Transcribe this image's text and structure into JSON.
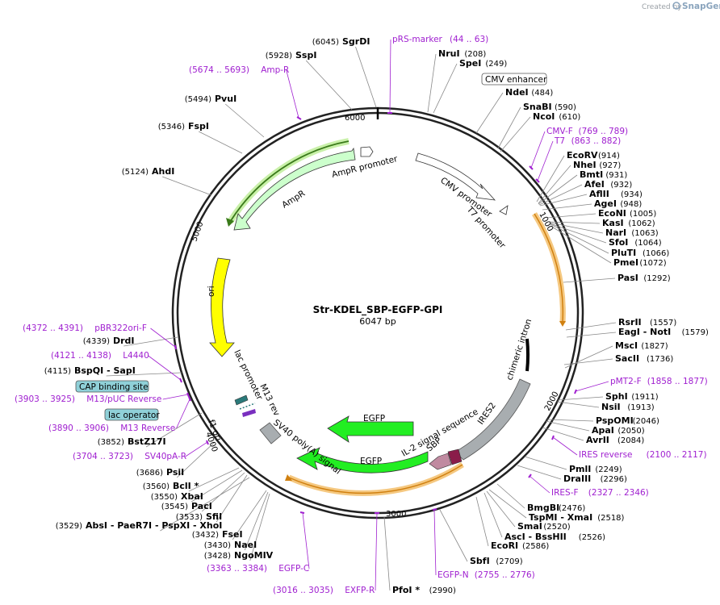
{
  "app": {
    "credit_prefix": "Created by",
    "brand": "SnapGene"
  },
  "plasmid": {
    "name": "Str-KDEL_SBP-EGFP-GPI",
    "length_label": "6047 bp"
  },
  "ticks": [
    "1000",
    "2000",
    "3000",
    "5000",
    "6000"
  ],
  "colors": {
    "primer": "#a020d0",
    "ring": "#222222",
    "egfp": "#22ee22",
    "ori": "#ffff00",
    "ampr": "#ccffcc"
  },
  "sites": [
    {
      "pos": "(6045)",
      "name": "SgrDI"
    },
    {
      "pos": "(5928)",
      "name": "SspI"
    },
    {
      "pos": "(5494)",
      "name": "PvuI"
    },
    {
      "pos": "(5346)",
      "name": "FspI"
    },
    {
      "pos": "(5124)",
      "name": "AhdI"
    },
    {
      "pos": "(4339)",
      "name": "DrdI"
    },
    {
      "pos": "(4115)",
      "name": "BspQI - SapI"
    },
    {
      "pos": "(3852)",
      "name": "BstZ17I"
    },
    {
      "pos": "(3686)",
      "name": "PsiI"
    },
    {
      "pos": "(3560)",
      "name": "BclI *"
    },
    {
      "pos": "(3550)",
      "name": "XbaI"
    },
    {
      "pos": "(3545)",
      "name": "PacI"
    },
    {
      "pos": "(3533)",
      "name": "SfiI"
    },
    {
      "pos": "(3529)",
      "name": "AbsI - PaeR7I - PspXI - XhoI"
    },
    {
      "pos": "(3432)",
      "name": "FseI"
    },
    {
      "pos": "(3430)",
      "name": "NaeI"
    },
    {
      "pos": "(3428)",
      "name": "NgoMIV"
    },
    {
      "pos": "(2990)",
      "name": "PfoI *"
    },
    {
      "pos": "(2709)",
      "name": "SbfI"
    },
    {
      "pos": "(2586)",
      "name": "EcoRI"
    },
    {
      "pos": "(2526)",
      "name": "AscI - BssHII"
    },
    {
      "pos": "(2520)",
      "name": "SmaI"
    },
    {
      "pos": "(2518)",
      "name": "TspMI - XmaI"
    },
    {
      "pos": "(2476)",
      "name": "BmgBI"
    },
    {
      "pos": "(2296)",
      "name": "DraIII"
    },
    {
      "pos": "(2249)",
      "name": "PmlI"
    },
    {
      "pos": "(2084)",
      "name": "AvrII"
    },
    {
      "pos": "(2050)",
      "name": "ApaI"
    },
    {
      "pos": "(2046)",
      "name": "PspOMI"
    },
    {
      "pos": "(1913)",
      "name": "NsiI"
    },
    {
      "pos": "(1911)",
      "name": "SphI"
    },
    {
      "pos": "(1827)",
      "name": "MscI"
    },
    {
      "pos": "(1736)",
      "name": "SacII"
    },
    {
      "pos": "(1579)",
      "name": "EagI - NotI"
    },
    {
      "pos": "(1557)",
      "name": "RsrII"
    },
    {
      "pos": "(1292)",
      "name": "PasI"
    },
    {
      "pos": "(1072)",
      "name": "PmeI"
    },
    {
      "pos": "(1066)",
      "name": "PluTI"
    },
    {
      "pos": "(1064)",
      "name": "SfoI"
    },
    {
      "pos": "(1063)",
      "name": "NarI"
    },
    {
      "pos": "(1062)",
      "name": "KasI"
    },
    {
      "pos": "(1005)",
      "name": "EcoNI"
    },
    {
      "pos": "(948)",
      "name": "AgeI"
    },
    {
      "pos": "(934)",
      "name": "AflII"
    },
    {
      "pos": "(932)",
      "name": "AfeI"
    },
    {
      "pos": "(931)",
      "name": "BmtI"
    },
    {
      "pos": "(927)",
      "name": "NheI"
    },
    {
      "pos": "(914)",
      "name": "EcoRV"
    },
    {
      "pos": "(610)",
      "name": "NcoI"
    },
    {
      "pos": "(590)",
      "name": "SnaBI"
    },
    {
      "pos": "(484)",
      "name": "NdeI"
    },
    {
      "pos": "(249)",
      "name": "SpeI"
    },
    {
      "pos": "(208)",
      "name": "NruI"
    }
  ],
  "primers": [
    {
      "name": "pRS-marker",
      "range": "(44 .. 63)"
    },
    {
      "name": "Amp-R",
      "range": "(5674 .. 5693)"
    },
    {
      "name": "CMV-F",
      "range": "(769 .. 789)"
    },
    {
      "name": "T7",
      "range": "(863 .. 882)"
    },
    {
      "name": "pBR322ori-F",
      "range": "(4372 .. 4391)"
    },
    {
      "name": "L4440",
      "range": "(4121 .. 4138)"
    },
    {
      "name": "M13/pUC Reverse",
      "range": "(3903 .. 3925)"
    },
    {
      "name": "M13 Reverse",
      "range": "(3890 .. 3906)"
    },
    {
      "name": "SV40pA-R",
      "range": "(3704 .. 3723)"
    },
    {
      "name": "EGFP-C",
      "range": "(3363 .. 3384)"
    },
    {
      "name": "EXFP-R",
      "range": "(3016 .. 3035)"
    },
    {
      "name": "EGFP-N",
      "range": "(2755 .. 2776)"
    },
    {
      "name": "IRES-F",
      "range": "(2327 .. 2346)"
    },
    {
      "name": "IRES reverse",
      "range": "(2100 .. 2117)"
    },
    {
      "name": "pMT2-F",
      "range": "(1858 .. 1877)"
    }
  ],
  "boxed_labels": [
    "CMV enhancer",
    "CAP binding site",
    "lac operator"
  ],
  "features": [
    "AmpR promoter",
    "AmpR",
    "CMV promoter",
    "T7 promoter",
    "ori",
    "chimeric intron",
    "IRES2",
    "IL-2 signal sequence",
    "SBP",
    "EGFP",
    "SV40 poly(A) signal",
    "lac promoter",
    "M13 rev",
    "f1 ori"
  ]
}
